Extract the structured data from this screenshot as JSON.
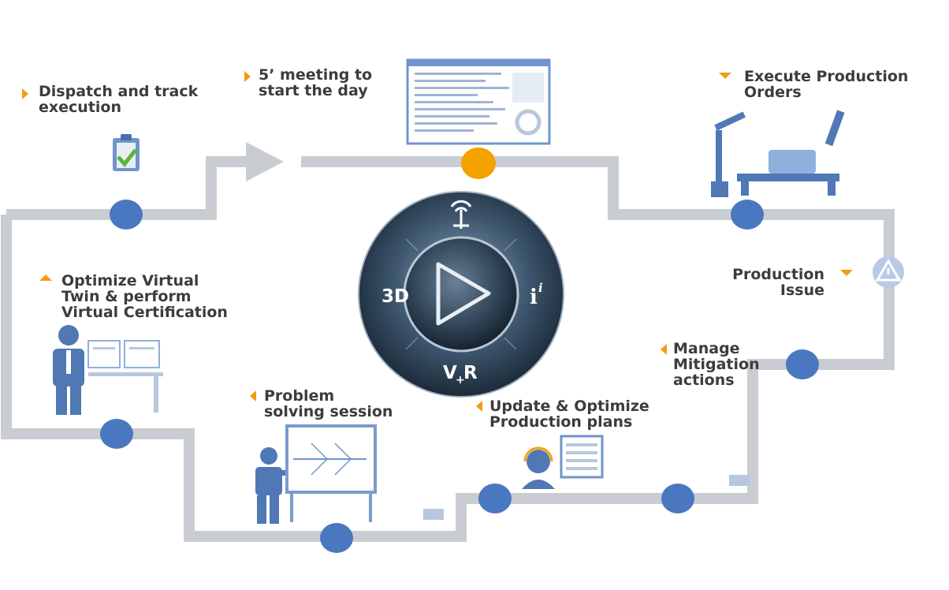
{
  "steps": {
    "dispatch": {
      "line1": "Dispatch and track",
      "line2": "execution"
    },
    "meeting": {
      "line1": "5’ meeting to",
      "line2": "start the day"
    },
    "execute": {
      "line1": "Execute Production",
      "line2": "Orders"
    },
    "issue": {
      "line1": "Production",
      "line2": "Issue"
    },
    "mitigation": {
      "line1": "Manage",
      "line2": "Mitigation",
      "line3": "actions"
    },
    "update": {
      "line1": "Update & Optimize",
      "line2": "Production plans"
    },
    "problem": {
      "line1": "Problem",
      "line2": "solving session"
    },
    "optimize": {
      "line1": "Optimize Virtual",
      "line2": "Twin & perform",
      "line3": "Virtual Certification"
    }
  },
  "compass": {
    "left": "3D",
    "right": "i",
    "right_sup": "i",
    "bottom_v": "V",
    "bottom_plus": "+",
    "bottom_r": "R"
  },
  "colors": {
    "path": "#c8ccd0",
    "node": "#4a78c0",
    "accent": "#f5a100",
    "figure": "#6f95cc",
    "marker": "#f39c12"
  }
}
